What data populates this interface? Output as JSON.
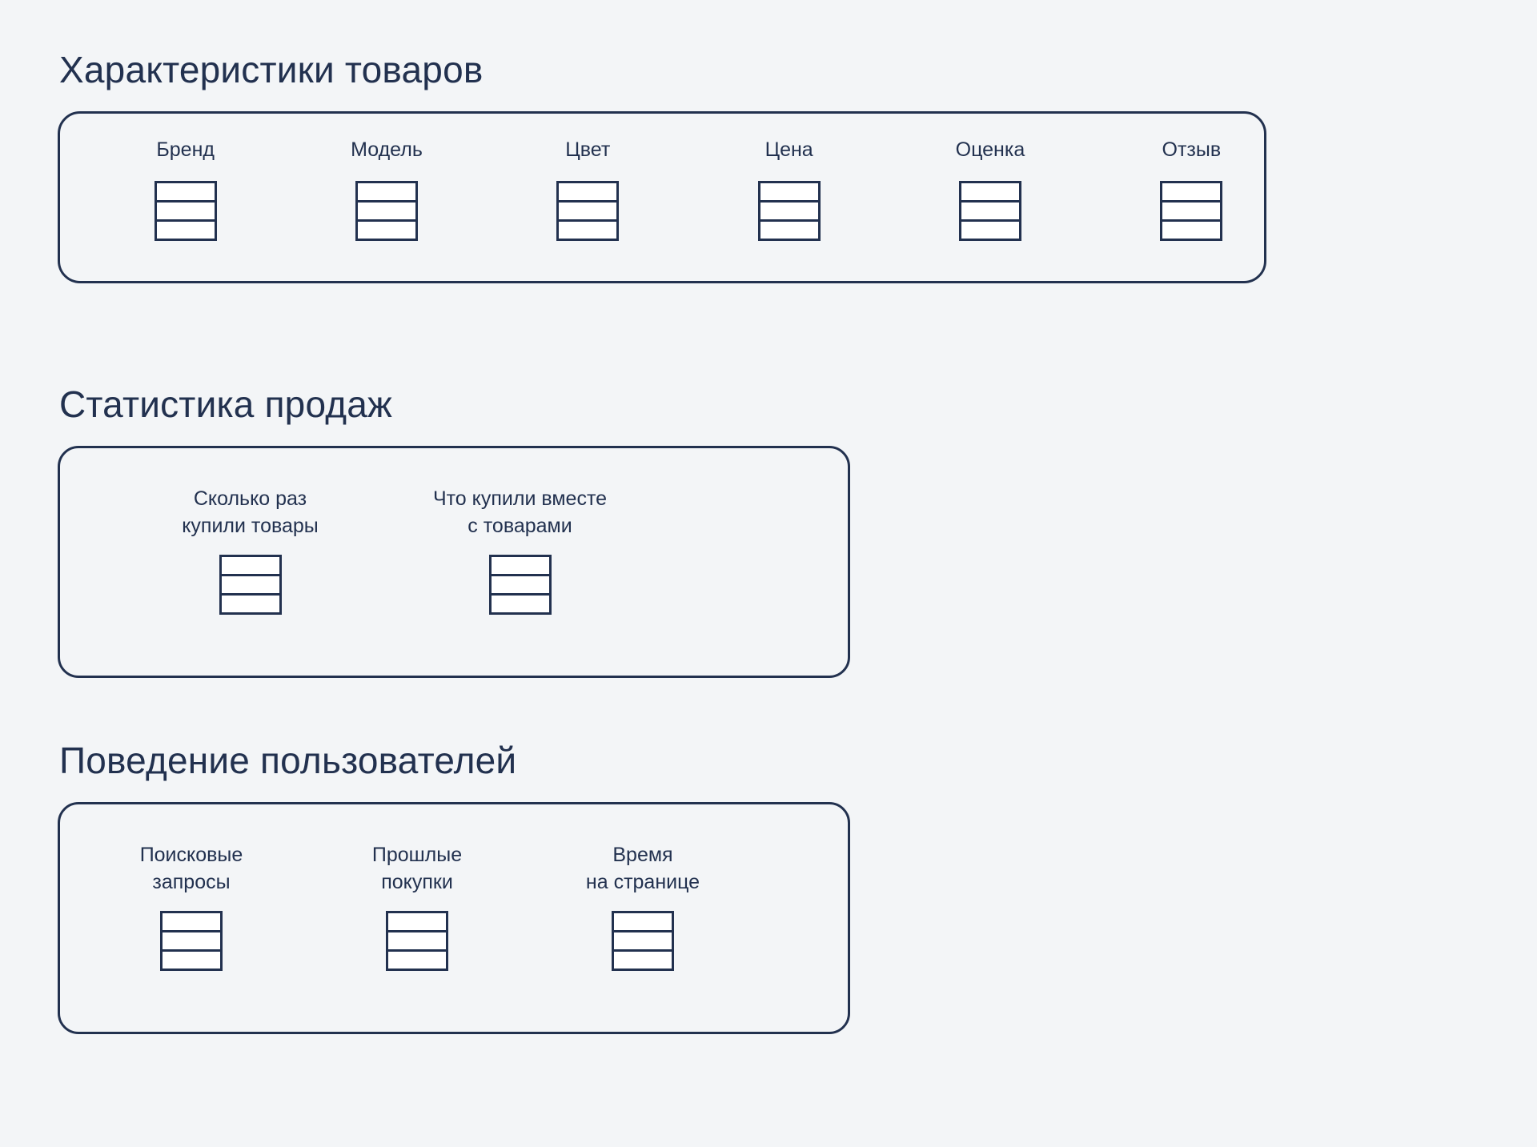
{
  "theme": {
    "background": "#f3f5f7",
    "ink": "#22314f",
    "icon_fill": "#ffffff"
  },
  "sections": [
    {
      "id": "attributes",
      "title": "Характеристики товаров",
      "items": [
        {
          "label": "Бренд",
          "icon": "table-icon"
        },
        {
          "label": "Модель",
          "icon": "table-icon"
        },
        {
          "label": "Цвет",
          "icon": "table-icon"
        },
        {
          "label": "Цена",
          "icon": "table-icon"
        },
        {
          "label": "Оценка",
          "icon": "table-icon"
        },
        {
          "label": "Отзыв",
          "icon": "table-icon"
        }
      ]
    },
    {
      "id": "sales",
      "title": "Статистика продаж",
      "items": [
        {
          "label": "Сколько раз\nкупили товары",
          "icon": "table-icon"
        },
        {
          "label": "Что купили вместе\nс товарами",
          "icon": "table-icon"
        }
      ]
    },
    {
      "id": "behaviour",
      "title": "Поведение пользователей",
      "items": [
        {
          "label": "Поисковые\nзапросы",
          "icon": "table-icon"
        },
        {
          "label": "Прошлые\nпокупки",
          "icon": "table-icon"
        },
        {
          "label": "Время\nна странице",
          "icon": "table-icon"
        }
      ]
    }
  ]
}
